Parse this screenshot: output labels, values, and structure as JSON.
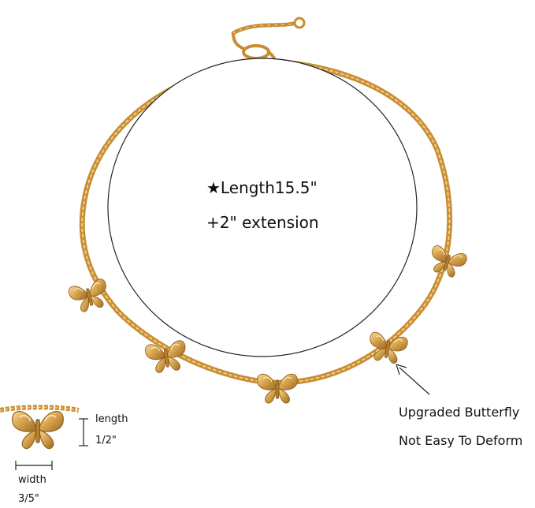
{
  "product": {
    "length_label": "★Length15.5\"",
    "extension_label": "+2\" extension",
    "feature_line1": "Upgraded Butterfly",
    "feature_line2": "Not Easy To Deform"
  },
  "detail": {
    "length_label": "length",
    "length_value": "1/2\"",
    "width_label": "width",
    "width_value": "3/5\""
  },
  "colors": {
    "gold": "#d9a54e",
    "gold_dark": "#a8742a",
    "gold_light": "#f4d79a",
    "text": "#111111",
    "outline": "#222222"
  },
  "icons": [
    "necklace-chain-icon",
    "butterfly-pendant-icon",
    "arrow-icon",
    "dimension-marker-icon"
  ]
}
